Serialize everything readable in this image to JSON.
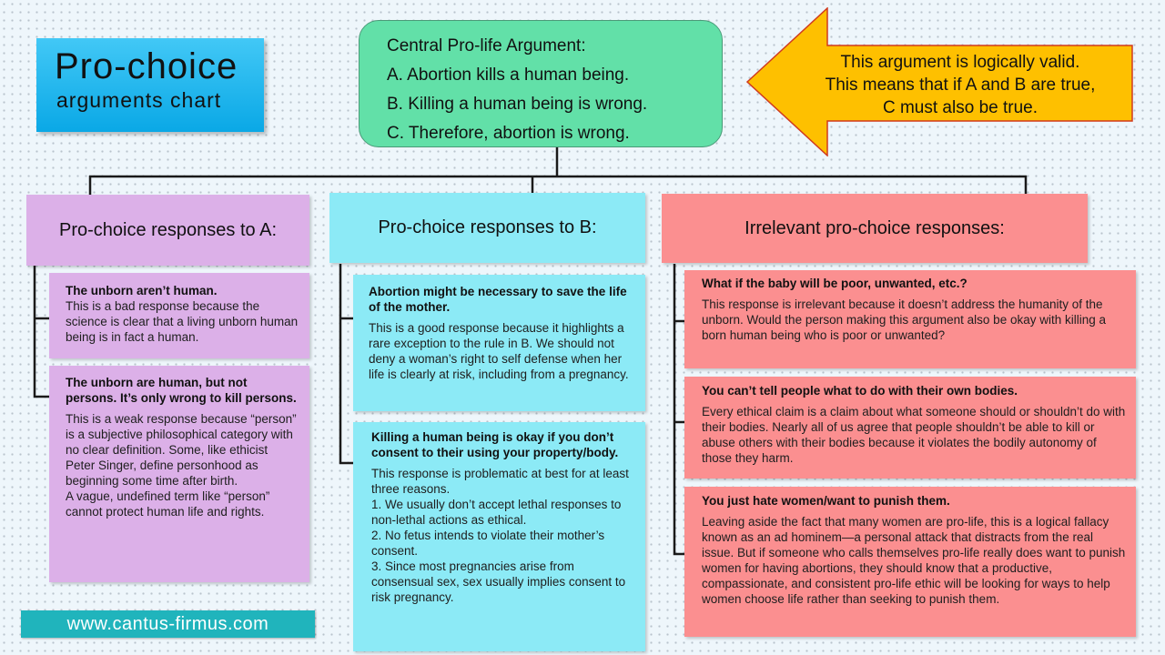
{
  "title": {
    "main": "Pro-choice",
    "sub": "arguments  chart"
  },
  "central": {
    "heading": "Central Pro-life Argument:",
    "a": "A. Abortion kills a human being.",
    "b": "B. Killing a human being is wrong.",
    "c": "C. Therefore, abortion is wrong."
  },
  "note": {
    "line1": "This argument is logically valid.",
    "line2": "This means that if A and B are true,",
    "line3": "C must also be true."
  },
  "colors": {
    "title": "#1aaeea",
    "central": "#62e0a8",
    "arrow": "#fec000",
    "purple": "#dcb0e8",
    "cyan": "#8ceaf6",
    "pink": "#fb8f90",
    "website": "#20b4bc"
  },
  "columns": [
    {
      "header": "Pro-choice responses to A:",
      "cards": [
        {
          "title": "The unborn aren’t human.",
          "body": "This is a bad response because the science is clear that a living unborn human  being is in fact a human."
        },
        {
          "title": "The unborn are human, but not persons. It’s only wrong to kill persons.",
          "body": "This is a weak response because “person” is a subjective philosophical category with no clear definition. Some, like ethicist Peter Singer, define personhood as beginning some time after birth.\nA vague, undefined term like “person” cannot protect human life and rights."
        }
      ]
    },
    {
      "header": "Pro-choice responses to B:",
      "cards": [
        {
          "title": "Abortion might be necessary to save the life of the mother.",
          "body": "This is a good response because it highlights a rare exception to the rule in B. We should not deny a woman’s right to self defense when her life is clearly at risk, including from a pregnancy."
        },
        {
          "title": "Killing a human being is okay if you don’t consent to their using your property/body.",
          "body": "This response is problematic at best for at least three reasons.\n1. We usually don’t accept lethal responses to non-lethal actions as ethical.\n2. No fetus intends to violate their mother’s consent.\n3. Since most pregnancies arise from consensual sex, sex usually implies consent to risk pregnancy."
        }
      ]
    },
    {
      "header": "Irrelevant pro-choice responses:",
      "cards": [
        {
          "title": "What if the baby will be poor, unwanted, etc.?",
          "body": "This response is irrelevant because it doesn’t address the humanity of the unborn. Would the person making this argument also be okay with killing a born human being who is poor or unwanted?"
        },
        {
          "title": "You can’t tell people what to do with their own bodies.",
          "body": "Every ethical claim is a claim about what someone should or shouldn’t do with their bodies. Nearly all of us agree that people shouldn’t be able to kill or abuse others with their bodies because it violates the bodily autonomy of those they harm."
        },
        {
          "title": "You just hate women/want to punish them.",
          "body": "Leaving aside the fact that many women are pro-life, this is a logical fallacy known as an ad hominem—a personal attack that distracts from the real issue. But if someone who calls themselves pro-life really does want to punish women for having abortions, they should know that a productive, compassionate, and consistent pro-life ethic will be looking for ways to help women choose life rather than seeking to punish them."
        }
      ]
    }
  ],
  "website": "www.cantus-firmus.com"
}
